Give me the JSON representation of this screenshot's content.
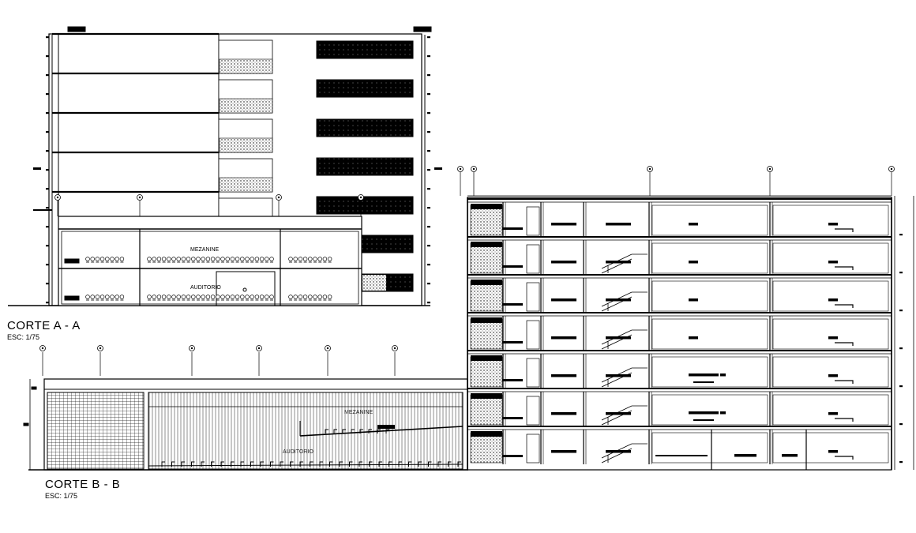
{
  "sections": [
    {
      "id": "a",
      "title": "CORTE A - A",
      "scale": "ESC:  1/75",
      "labels": {
        "upper": "MEZANINE",
        "lower": "AUDITORIO"
      }
    },
    {
      "id": "b",
      "title": "CORTE B - B",
      "scale": "ESC:  1/75",
      "labels": {
        "upper": "MEZANINE",
        "lower": "AUDITORIO"
      }
    }
  ],
  "colors": {
    "line": "#000000",
    "background": "#ffffff",
    "hatch": "#555555"
  }
}
